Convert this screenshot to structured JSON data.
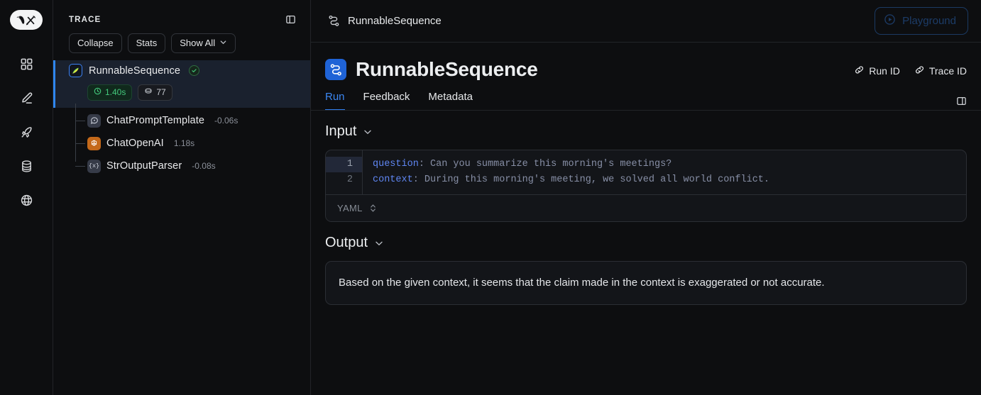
{
  "rail": {
    "logo_icon": "langchain-parrot-logo",
    "items": [
      {
        "name": "projects",
        "icon": "grid-icon"
      },
      {
        "name": "annotation",
        "icon": "pencil-icon"
      },
      {
        "name": "deployments",
        "icon": "rocket-icon"
      },
      {
        "name": "datasets",
        "icon": "database-icon"
      },
      {
        "name": "hub",
        "icon": "globe-icon"
      }
    ]
  },
  "topbar": {
    "breadcrumb": "RunnableSequence",
    "breadcrumb_icon": "trace-nodes-icon",
    "playground_label": "Playground",
    "playground_icon": "play-circle-icon"
  },
  "trace": {
    "label": "TRACE",
    "panel_toggle_icon": "panel-toggle-icon",
    "tools": {
      "collapse": "Collapse",
      "stats": "Stats",
      "show_all": "Show All"
    },
    "root": {
      "name": "RunnableSequence",
      "icon": "langchain-icon",
      "status_icon": "check-circle-icon",
      "duration": "1.40s",
      "duration_icon": "clock-icon",
      "tokens": "77",
      "tokens_icon": "tokens-icon"
    },
    "children": [
      {
        "name": "ChatPromptTemplate",
        "duration": "-0.06s",
        "icon": "chat-bubble-icon"
      },
      {
        "name": "ChatOpenAI",
        "duration": "1.18s",
        "icon": "openai-icon"
      },
      {
        "name": "StrOutputParser",
        "duration": "-0.08s",
        "icon": "braces-x-icon"
      }
    ]
  },
  "run": {
    "title": "RunnableSequence",
    "title_icon": "trace-nodes-icon",
    "run_id_label": "Run ID",
    "trace_id_label": "Trace ID",
    "link_icon": "link-icon",
    "tabs": [
      {
        "label": "Run",
        "active": true
      },
      {
        "label": "Feedback",
        "active": false
      },
      {
        "label": "Metadata",
        "active": false
      }
    ],
    "side_toggle_icon": "panel-toggle-icon",
    "input": {
      "title": "Input",
      "collapse_icon": "chevron-down-icon",
      "lines": [
        {
          "no": "1",
          "key": "question",
          "value": "Can you summarize this morning's meetings?"
        },
        {
          "no": "2",
          "key": "context",
          "value": "During this morning's meeting, we solved all world conflict."
        }
      ],
      "format": "YAML",
      "format_icon": "chevron-up-down-icon"
    },
    "output": {
      "title": "Output",
      "collapse_icon": "chevron-down-icon",
      "text": "Based on the given context, it seems that the claim made in the context is exaggerated or not accurate."
    }
  },
  "colors": {
    "accent_blue": "#2f87f0",
    "status_green": "#43c97c",
    "openai_orange": "#c4691a",
    "code_key_blue": "#5f86f2"
  }
}
